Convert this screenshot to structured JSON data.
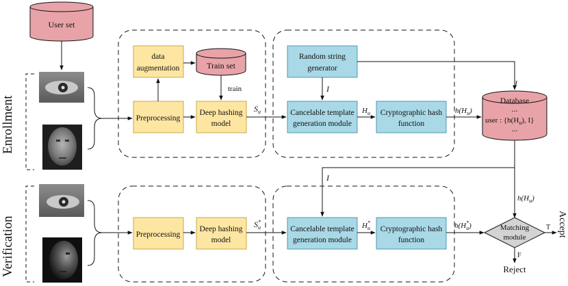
{
  "diagram": {
    "sections": {
      "enrollment": "Enrollment",
      "verification": "Verification"
    },
    "nodes": {
      "user_set": "User set",
      "train_set": "Train set",
      "data_augmentation_line1": "data",
      "data_augmentation_line2": "augmentation",
      "preprocessing_enroll": "Preprocessing",
      "deep_hashing_enroll_line1": "Deep hashing",
      "deep_hashing_enroll_line2": "model",
      "random_string_line1": "Random string",
      "random_string_line2": "generator",
      "cancelable_enroll_line1": "Cancelable template",
      "cancelable_enroll_line2": "generation module",
      "crypto_enroll_line1": "Cryptographic hash",
      "crypto_enroll_line2": "function",
      "database_title": "Database",
      "database_dots_top": "...",
      "database_entry": "user : {h(H",
      "database_entry_sub": "u",
      "database_entry_end": "), I}",
      "database_dots_bottom": "...",
      "preprocessing_verify": "Preprocessing",
      "deep_hashing_verify_line1": "Deep hashing",
      "deep_hashing_verify_line2": "model",
      "cancelable_verify_line1": "Cancelable template",
      "cancelable_verify_line2": "generation module",
      "crypto_verify_line1": "Cryptographic hash",
      "crypto_verify_line2": "function",
      "matching_line1": "Matching",
      "matching_line2": "module"
    },
    "edge_labels": {
      "train": "train",
      "I_enroll": "I",
      "I_database": "I",
      "I_verify": "I",
      "S_u": "S",
      "S_u_sub": "u",
      "H_u": "H",
      "H_u_sub": "u",
      "h_Hu_enroll": "h(H",
      "h_Hu_enroll_sub": "u",
      "h_Hu_enroll_end": ")",
      "h_Hu_match": "h(H",
      "h_Hu_match_sub": "u",
      "h_Hu_match_end": ")",
      "S_star": "S",
      "S_star_sub": "u",
      "S_star_sup": "*",
      "H_star": "H",
      "H_star_sub": "u",
      "H_star_sup": "*",
      "h_Hstar": "h(H",
      "h_Hstar_sub": "u",
      "h_Hstar_sup": "*",
      "h_Hstar_end": ")",
      "accept": "Accept",
      "reject": "Reject",
      "true_branch": "T",
      "false_branch": "F"
    },
    "colors": {
      "cylinder_fill": "#e8a3a8",
      "process_fill": "#fde6a2",
      "process_stroke": "#c9a945",
      "crypto_fill": "#a9d8e6",
      "crypto_stroke": "#4f9ab2",
      "matching_fill": "#d3d3d3",
      "line": "#111111"
    }
  }
}
